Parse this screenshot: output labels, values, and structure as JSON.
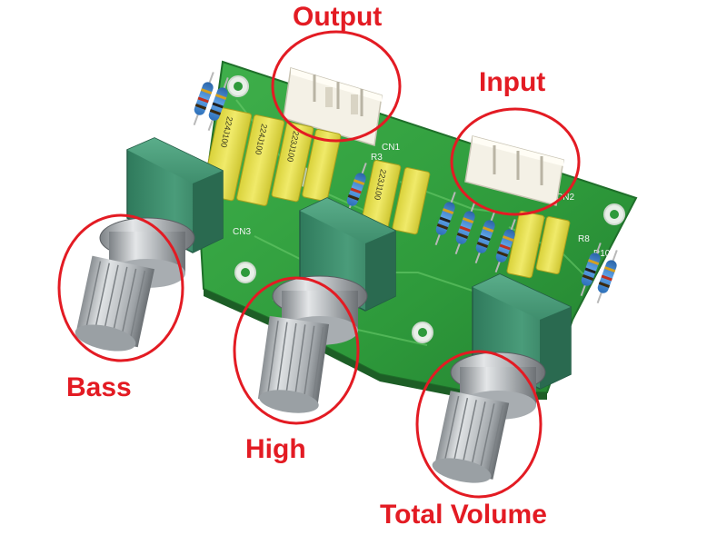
{
  "labels": {
    "output": "Output",
    "input": "Input",
    "bass": "Bass",
    "high": "High",
    "total_volume": "Total Volume"
  },
  "board_markings": {
    "cn1": "CN1",
    "cn2": "CN2",
    "cn3": "CN3",
    "cap_224j100": "224J100",
    "cap_223j100": "223J100",
    "r3": "R3",
    "r8": "R8",
    "r10": "R10"
  },
  "colors": {
    "callout": "#e31b23",
    "pcb": "#2f9a3d",
    "pot_body": "#3c8a6c",
    "capacitor": "#e8e04a",
    "connector": "#f4f1e6"
  }
}
